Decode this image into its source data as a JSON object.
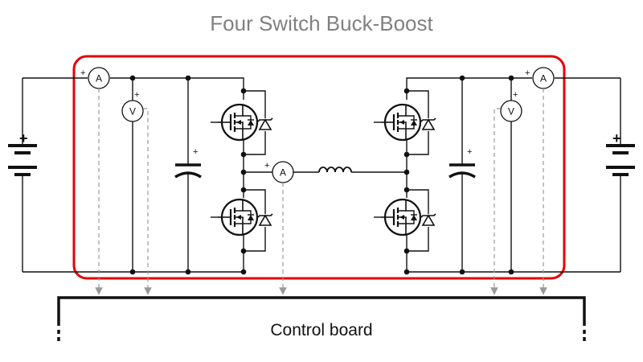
{
  "title": "Four Switch Buck-Boost",
  "control_board_label": "Control board",
  "meter_labels": {
    "ammeter": "A",
    "voltmeter": "V"
  },
  "polarity_mark": "+",
  "colors": {
    "title": "#808080",
    "wires": "#111111",
    "power_stage_outline": "#e60000",
    "signal_lines": "#999999"
  }
}
